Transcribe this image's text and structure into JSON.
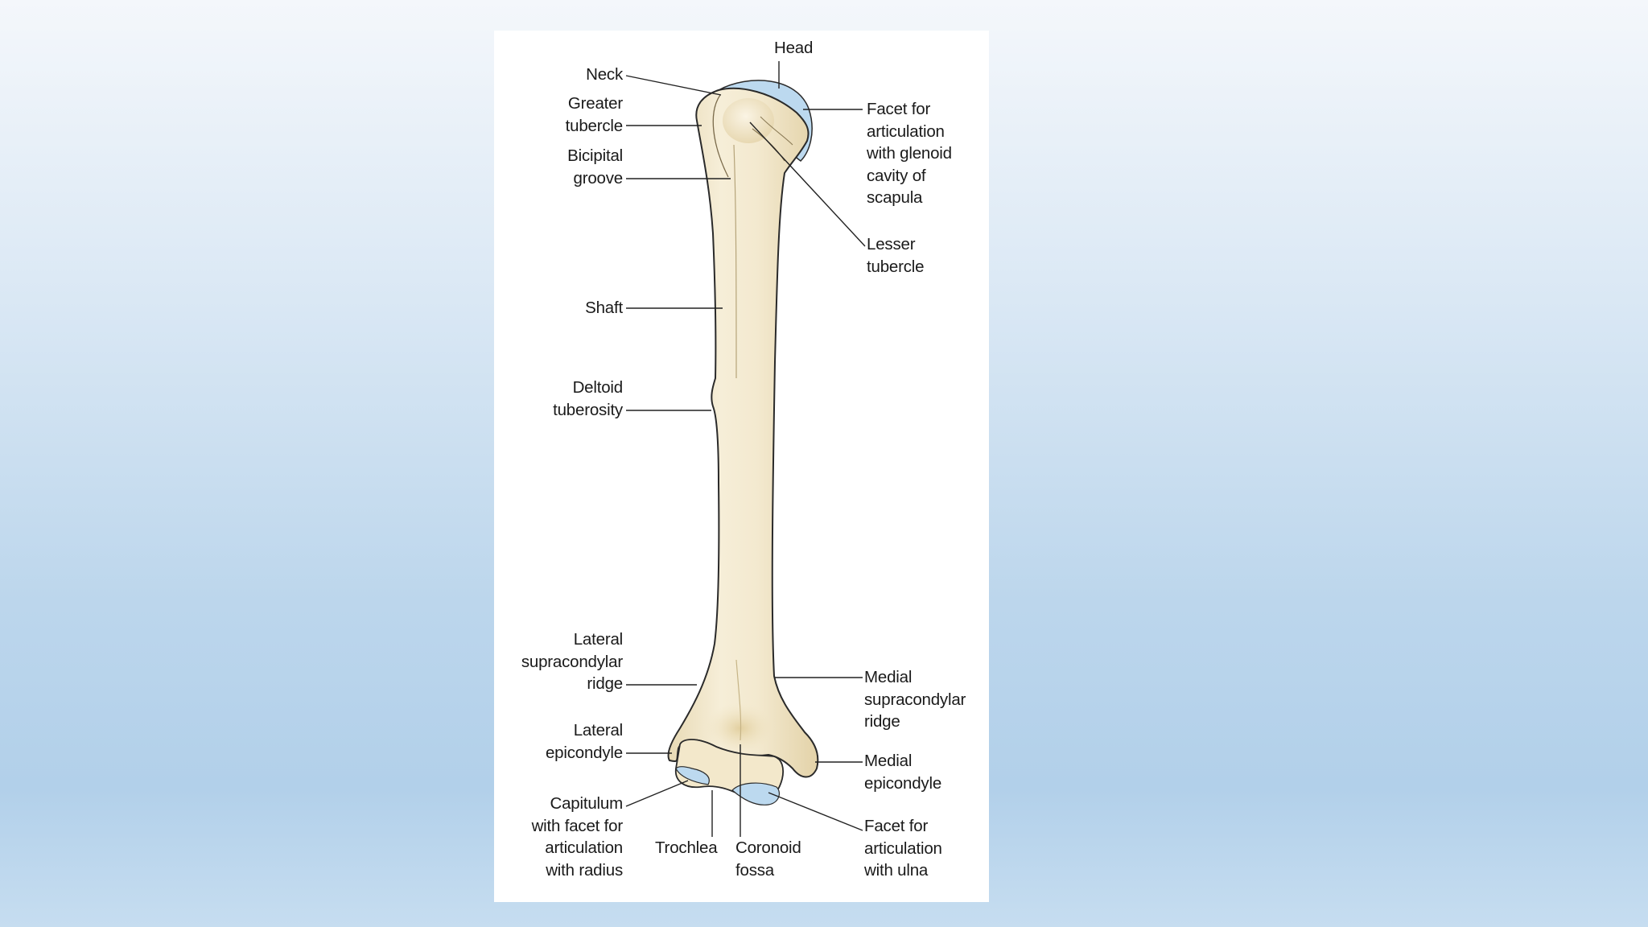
{
  "figure": {
    "labels": {
      "head": "Head",
      "neck": "Neck",
      "greater_tubercle": "Greater\ntubercle",
      "bicipital_groove": "Bicipital\ngroove",
      "facet_glenoid": "Facet for\narticulation\nwith glenoid\ncavity of\nscapula",
      "lesser_tubercle": "Lesser\ntubercle",
      "shaft": "Shaft",
      "deltoid_tuberosity": "Deltoid\ntuberosity",
      "lateral_supracondylar_ridge": "Lateral\nsupracondylar\nridge",
      "medial_supracondylar_ridge": "Medial\nsupracondylar\nridge",
      "lateral_epicondyle": "Lateral\nepicondyle",
      "medial_epicondyle": "Medial\nepicondyle",
      "capitulum": "Capitulum\nwith facet for\narticulation\nwith radius",
      "trochlea": "Trochlea",
      "coronoid_fossa": "Coronoid\nfossa",
      "facet_ulna": "Facet for\narticulation\nwith ulna"
    },
    "colors": {
      "bone_fill": "#f1e6c8",
      "bone_outline": "#2a2a2a",
      "cartilage": "#bcd9ef",
      "panel": "#ffffff"
    }
  }
}
